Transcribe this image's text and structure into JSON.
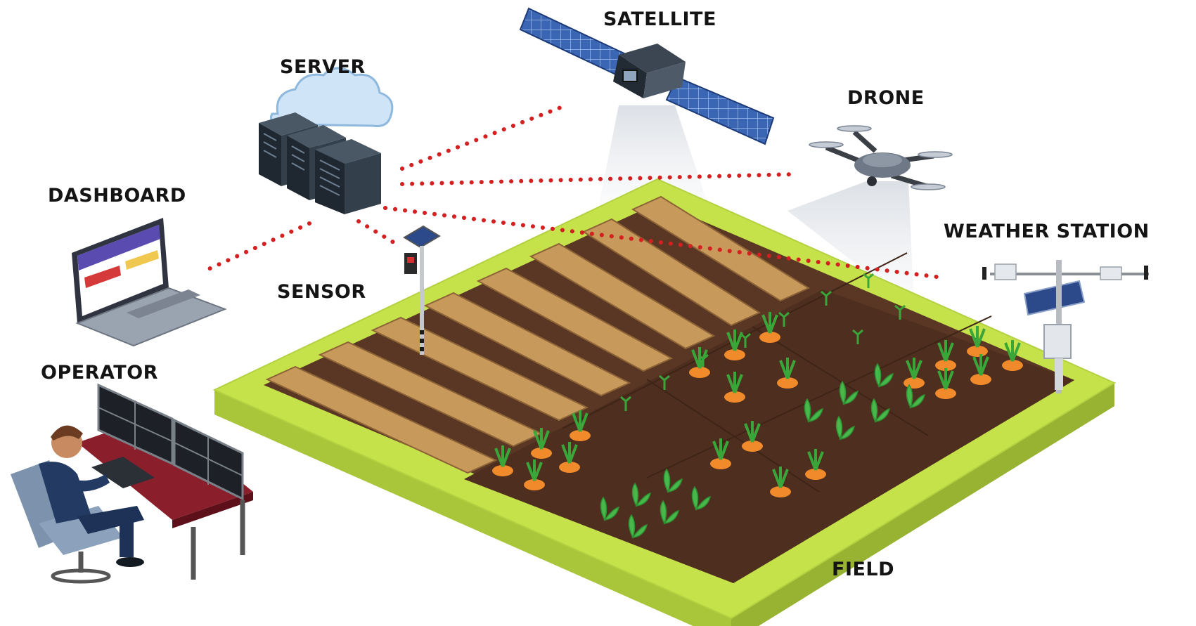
{
  "labels": {
    "satellite": "SATELLITE",
    "server": "SERVER",
    "drone": "DRONE",
    "dashboard": "DASHBOARD",
    "weather_station": "WEATHER STATION",
    "sensor": "SENSOR",
    "operator": "OPERATOR",
    "field": "FIELD"
  },
  "colors": {
    "link_dots": "#d42020",
    "field_border": "#c6e24a",
    "soil": "#5a3724",
    "furrow": "#c7995a",
    "leaf": "#3aa63a",
    "carrot": "#f08a2a",
    "panel": "#2c4a8a"
  }
}
